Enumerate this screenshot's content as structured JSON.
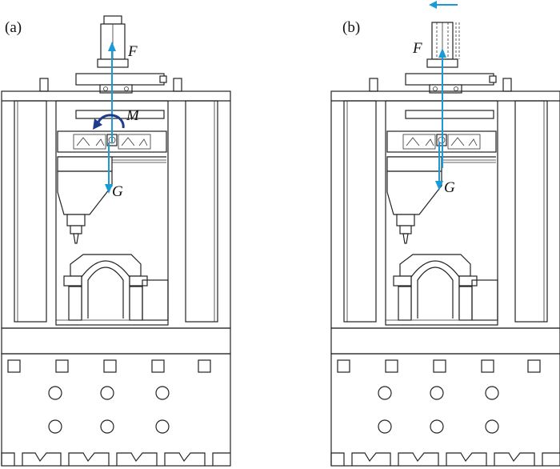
{
  "panels": [
    {
      "id": "a",
      "label": "(a)",
      "forces": {
        "F": "F",
        "M": "M",
        "G": "G"
      }
    },
    {
      "id": "b",
      "label": "(b)",
      "forces": {
        "F": "F",
        "G": "G"
      }
    }
  ],
  "colors": {
    "force_arrow": "#1a9ad6",
    "moment_arrow": "#1f3c8c",
    "line": "#222222"
  }
}
